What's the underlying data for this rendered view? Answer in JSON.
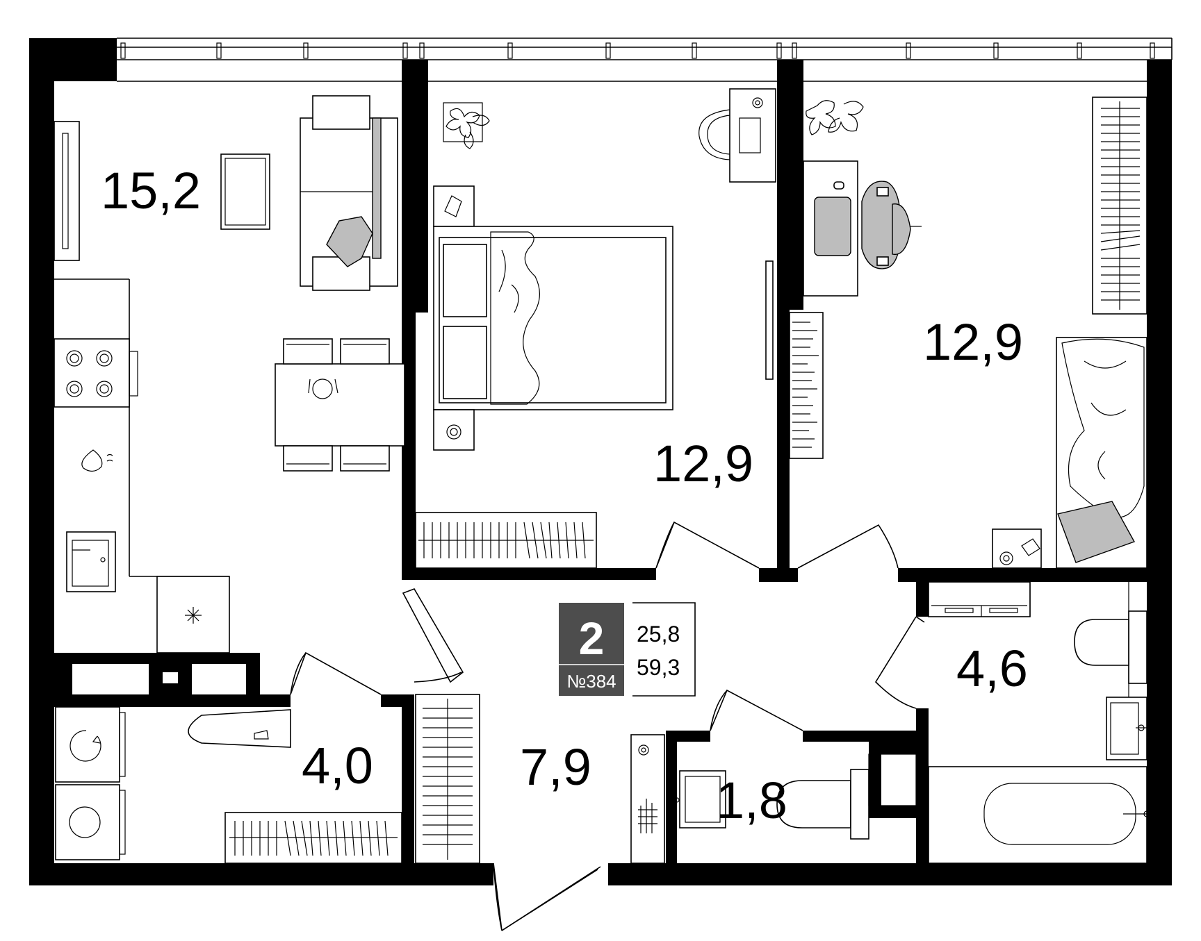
{
  "rooms": [
    {
      "id": "living-kitchen",
      "area": "15,2"
    },
    {
      "id": "bedroom-1",
      "area": "12,9"
    },
    {
      "id": "bedroom-2",
      "area": "12,9"
    },
    {
      "id": "laundry",
      "area": "4,0"
    },
    {
      "id": "hallway",
      "area": "7,9"
    },
    {
      "id": "wc",
      "area": "1,8"
    },
    {
      "id": "bathroom",
      "area": "4,6"
    }
  ],
  "badge": {
    "rooms_count": "2",
    "apartment_code": "№384",
    "living_area": "25,8",
    "total_area": "59,3"
  },
  "colors": {
    "wall": "#000000",
    "badge_bg": "#4d4d4d",
    "furniture_accent": "#bdbdbd"
  }
}
